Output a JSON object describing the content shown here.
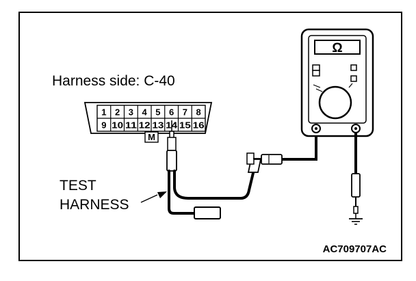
{
  "diagram": {
    "harness_label": "Harness side: C-40",
    "connector": {
      "top_row": [
        "1",
        "2",
        "3",
        "4",
        "5",
        "6",
        "7",
        "8"
      ],
      "bottom_row": [
        "9",
        "10",
        "11",
        "12",
        "13",
        "14",
        "15",
        "16"
      ],
      "mark": "M"
    },
    "test_harness_label_line1": "TEST",
    "test_harness_label_line2": "HARNESS",
    "meter_symbol": "Ω",
    "figure_code": "AC709707AC"
  }
}
